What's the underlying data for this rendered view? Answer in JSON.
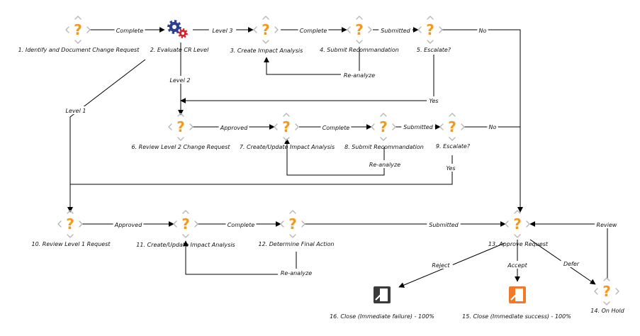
{
  "colors": {
    "task_orange": "#f39a1e",
    "chevron_gray": "#b5b5b5",
    "gear_blue": "#2f3f8f",
    "gear_red": "#d9222a",
    "exit_dark": "#3a3a3a",
    "exit_orange": "#f07a2a"
  },
  "nodes": [
    {
      "id": "n1",
      "icon": "question-task-icon",
      "label": "1. Identify and Document Change Request"
    },
    {
      "id": "n2",
      "icon": "gears-icon",
      "label": "2. Evaluate CR Level"
    },
    {
      "id": "n3",
      "icon": "question-task-icon",
      "label": "3. Create Impact Analysis"
    },
    {
      "id": "n4",
      "icon": "question-task-icon",
      "label": "4. Submit Recommandation"
    },
    {
      "id": "n5",
      "icon": "question-task-icon",
      "label": "5. Escalate?"
    },
    {
      "id": "n6",
      "icon": "question-task-icon",
      "label": "6. Review Level 2 Change Request"
    },
    {
      "id": "n7",
      "icon": "question-task-icon",
      "label": "7. Create/Update Impact Analysis"
    },
    {
      "id": "n8",
      "icon": "question-task-icon",
      "label": "8. Submit Recommandation"
    },
    {
      "id": "n9",
      "icon": "question-task-icon",
      "label": "9. Escalate?"
    },
    {
      "id": "n10",
      "icon": "question-task-icon",
      "label": "10. Review Level 1 Request"
    },
    {
      "id": "n11",
      "icon": "question-task-icon",
      "label": "11. Create/Update Impact Analysis"
    },
    {
      "id": "n12",
      "icon": "question-task-icon",
      "label": "12. Determine Final Action"
    },
    {
      "id": "n13",
      "icon": "question-task-icon",
      "label": "13. Approve Request"
    },
    {
      "id": "n14",
      "icon": "question-task-icon",
      "label": "14. On Hold"
    },
    {
      "id": "n15",
      "icon": "exit-orange-icon",
      "label": "15. Close (Immediate success) - 100%"
    },
    {
      "id": "n16",
      "icon": "exit-dark-icon",
      "label": "16. Close (Immediate failure) - 100%"
    }
  ],
  "edges": [
    {
      "id": "e1",
      "from": "n1",
      "to": "n2",
      "label": "Complete"
    },
    {
      "id": "e2",
      "from": "n2",
      "to": "n3",
      "label": "Level 3"
    },
    {
      "id": "e3",
      "from": "n3",
      "to": "n4",
      "label": "Complete"
    },
    {
      "id": "e4",
      "from": "n4",
      "to": "n5",
      "label": "Submitted"
    },
    {
      "id": "e5",
      "from": "n5",
      "to": "n13",
      "label": "No"
    },
    {
      "id": "e6",
      "from": "n4",
      "to": "n3",
      "label": "Re-analyze"
    },
    {
      "id": "e7",
      "from": "n2",
      "to": "n6",
      "label": "Level 2"
    },
    {
      "id": "e8",
      "from": "n5",
      "to": "n6",
      "label": "Yes"
    },
    {
      "id": "e9",
      "from": "n2",
      "to": "n10",
      "label": "Level 1"
    },
    {
      "id": "e10",
      "from": "n6",
      "to": "n7",
      "label": "Approved"
    },
    {
      "id": "e11",
      "from": "n7",
      "to": "n8",
      "label": "Complete"
    },
    {
      "id": "e12",
      "from": "n8",
      "to": "n9",
      "label": "Submitted"
    },
    {
      "id": "e13",
      "from": "n9",
      "to": "n13",
      "label": "No"
    },
    {
      "id": "e14",
      "from": "n8",
      "to": "n7",
      "label": "Re-analyze"
    },
    {
      "id": "e15",
      "from": "n9",
      "to": "n10",
      "label": "Yes"
    },
    {
      "id": "e16",
      "from": "n10",
      "to": "n11",
      "label": "Approved"
    },
    {
      "id": "e17",
      "from": "n11",
      "to": "n12",
      "label": "Complete"
    },
    {
      "id": "e18",
      "from": "n12",
      "to": "n13",
      "label": "Submitted"
    },
    {
      "id": "e19",
      "from": "n12",
      "to": "n11",
      "label": "Re-analyze"
    },
    {
      "id": "e20",
      "from": "n13",
      "to": "n16",
      "label": "Reject"
    },
    {
      "id": "e21",
      "from": "n13",
      "to": "n15",
      "label": "Accept"
    },
    {
      "id": "e22",
      "from": "n13",
      "to": "n14",
      "label": "Defer"
    },
    {
      "id": "e23",
      "from": "n14",
      "to": "n13",
      "label": "Review"
    }
  ]
}
